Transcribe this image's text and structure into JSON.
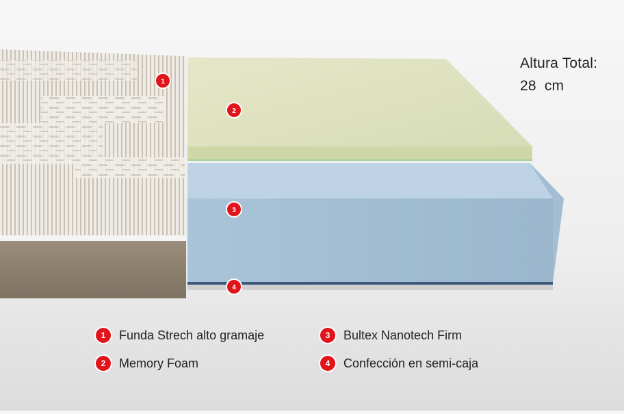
{
  "height_label": {
    "line1": "Altura Total:",
    "line2": "28  cm"
  },
  "layers": [
    {
      "number": "1",
      "name": "Funda Strech alto gramaje"
    },
    {
      "number": "2",
      "name": "Memory Foam"
    },
    {
      "number": "3",
      "name": "Bultex Nanotech Firm"
    },
    {
      "number": "4",
      "name": "Confección en semi-caja"
    }
  ],
  "colors": {
    "badge": "#e2141b",
    "memory_foam": "#dfe2c2",
    "bultex": "#b5cfe2",
    "cover_band": "#8a7d6c",
    "cover_top": "#ece8e2"
  }
}
